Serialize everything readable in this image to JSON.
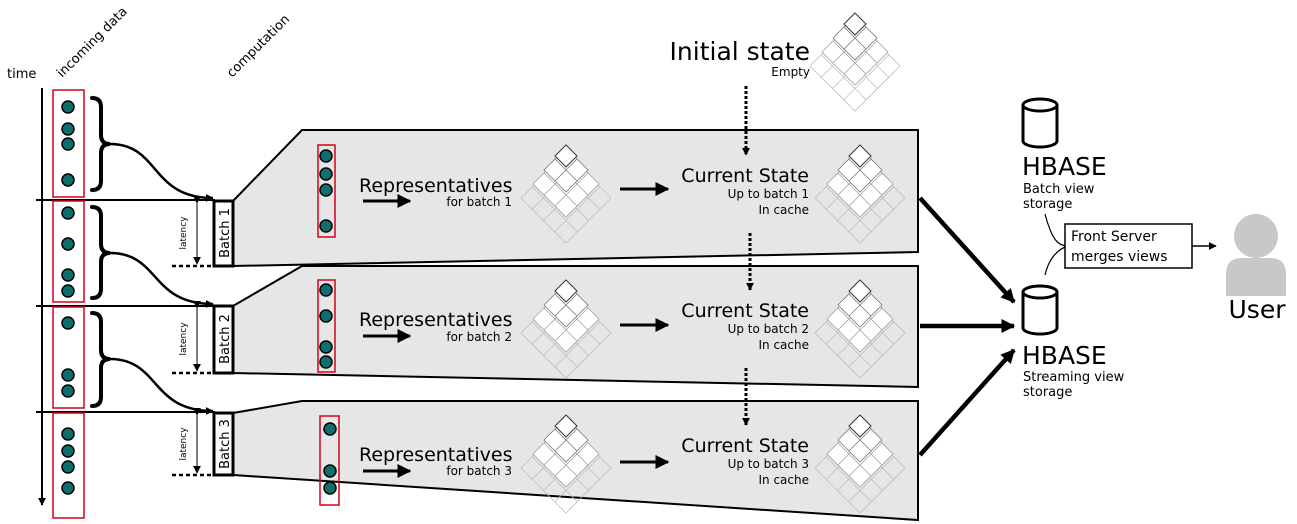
{
  "header": {
    "time_label": "time",
    "incoming_label": "incoming data",
    "computation_label": "computation",
    "latency_label": "latency"
  },
  "initial_state": {
    "title": "Initial state",
    "subtitle": "Empty"
  },
  "batches": [
    {
      "batch_label": "Batch 1",
      "rep_title": "Representatives",
      "rep_subtitle": "for batch 1",
      "state_title": "Current State",
      "state_line1": "Up to batch 1",
      "state_line2": "In cache"
    },
    {
      "batch_label": "Batch 2",
      "rep_title": "Representatives",
      "rep_subtitle": "for batch 2",
      "state_title": "Current State",
      "state_line1": "Up to batch 2",
      "state_line2": "In cache"
    },
    {
      "batch_label": "Batch 3",
      "rep_title": "Representatives",
      "rep_subtitle": "for batch 3",
      "state_title": "Current State",
      "state_line1": "Up to batch 3",
      "state_line2": "In cache"
    }
  ],
  "hbase_batch": {
    "title": "HBASE",
    "line1": "Batch view",
    "line2": "storage"
  },
  "hbase_stream": {
    "title": "HBASE",
    "line1": "Streaming view",
    "line2": "storage"
  },
  "front_server": {
    "line1": "Front Server",
    "line2": "merges views"
  },
  "user": {
    "label": "User"
  },
  "colors": {
    "dot": "#0e6e6e",
    "highlight_box": "#d0021b",
    "panel_fill": "#e6e6e6",
    "user_icon": "#c8c8c8"
  },
  "icons": {
    "data_point": "circle",
    "state_pyramid": "pyramid-grid-icon",
    "database": "cylinder-icon",
    "user": "person-icon"
  }
}
